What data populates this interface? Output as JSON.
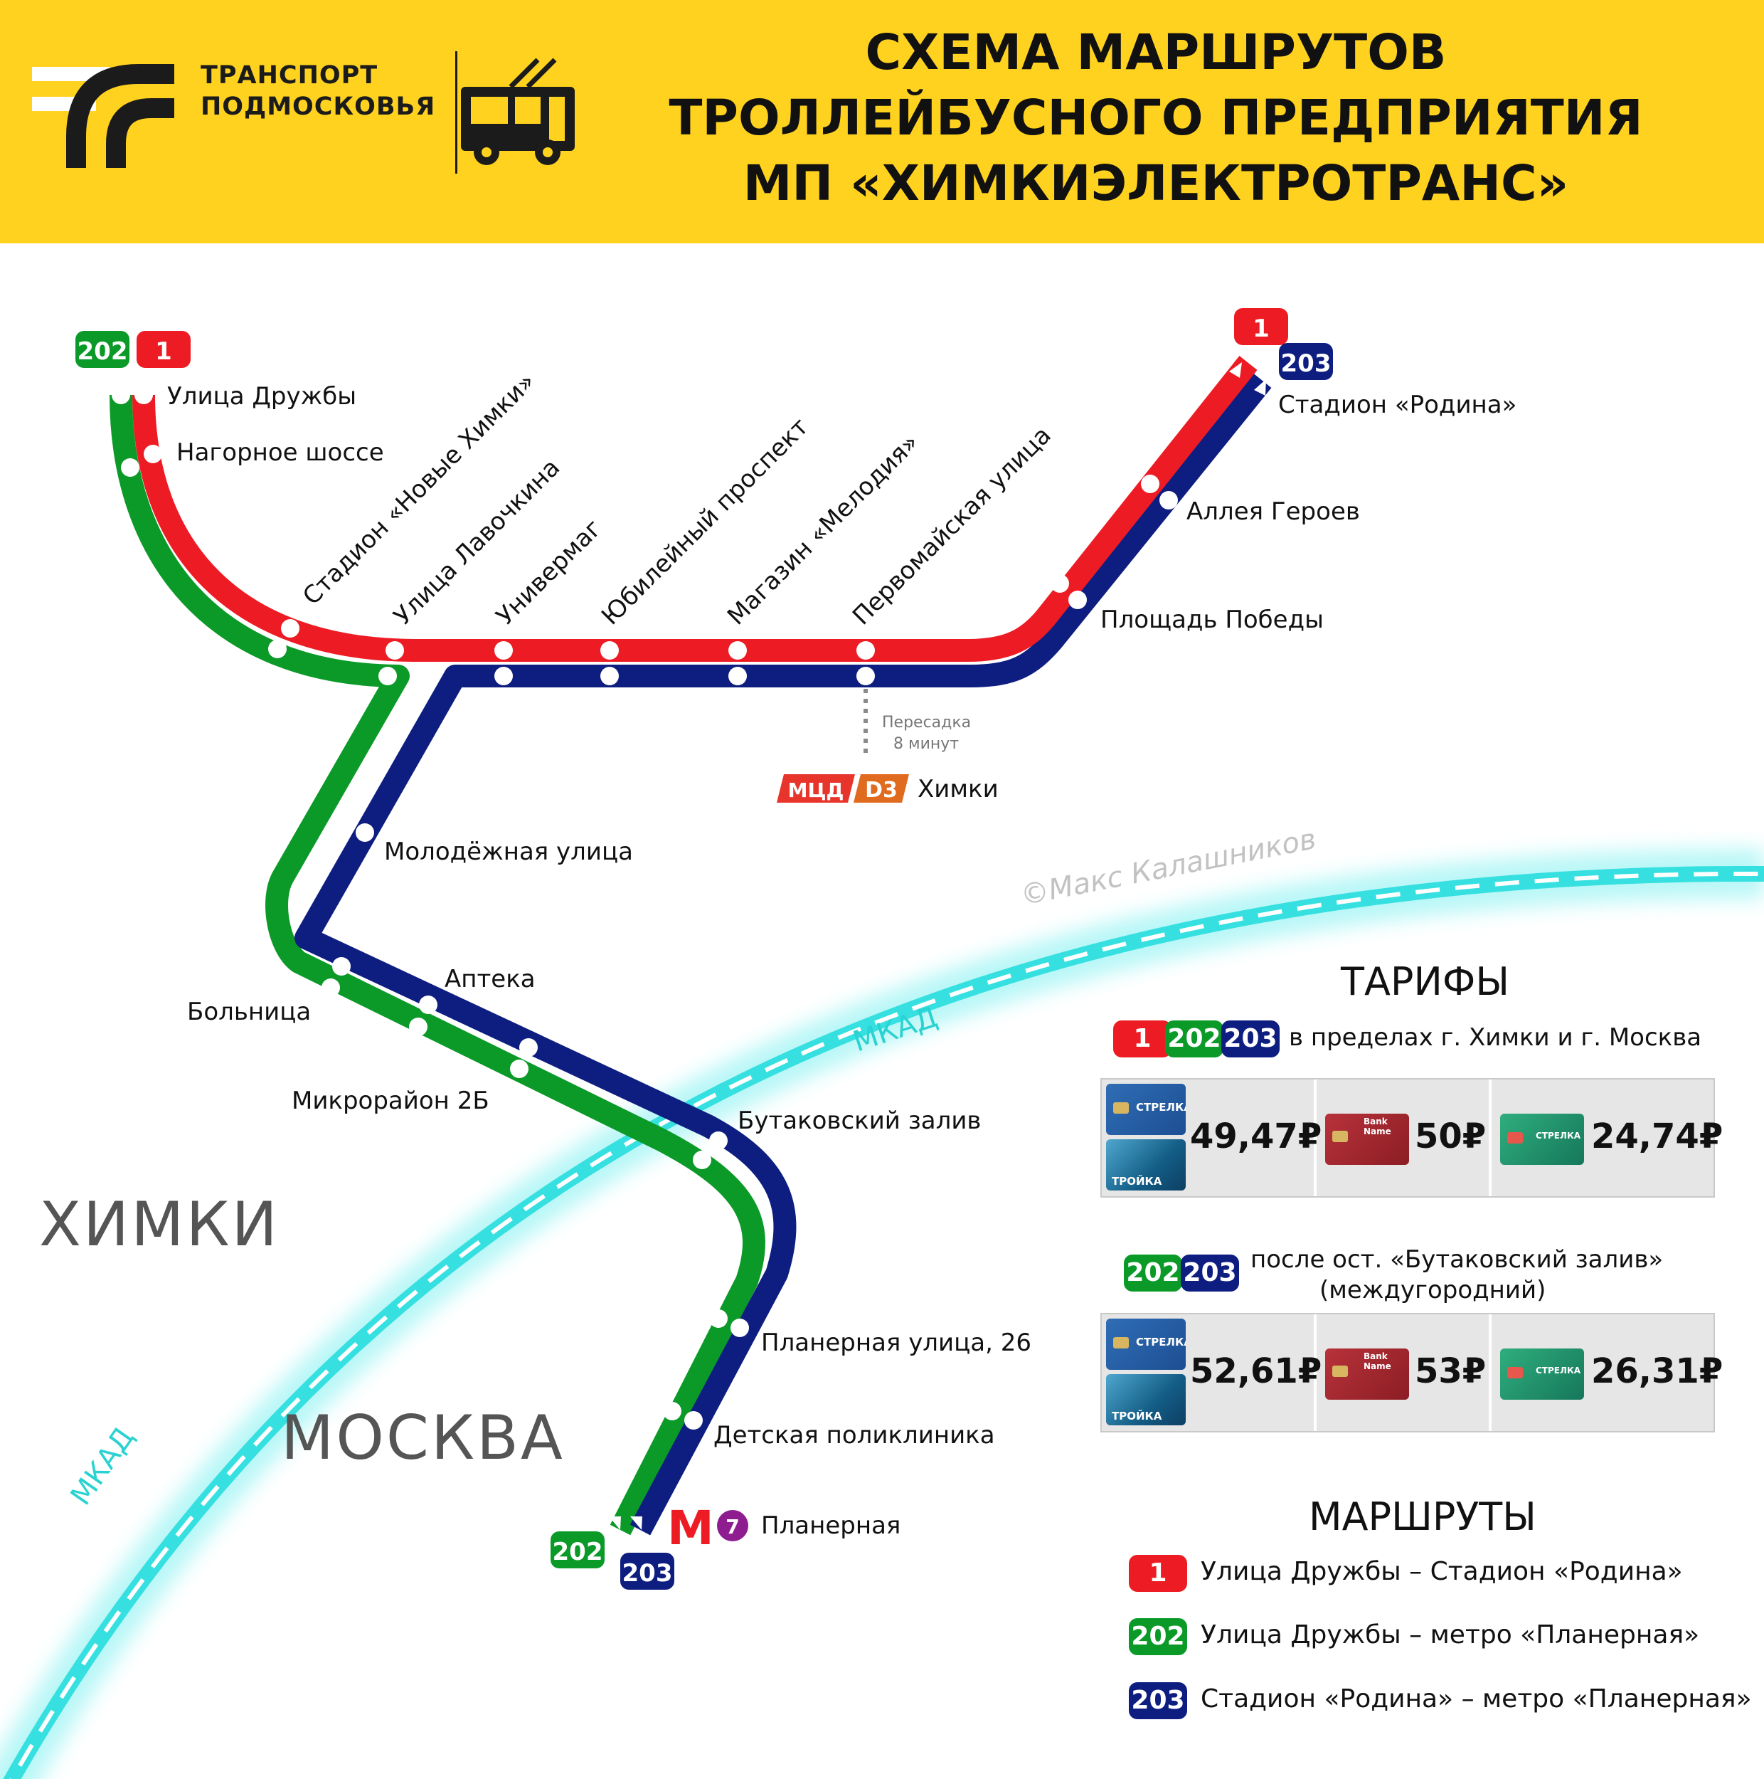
{
  "header": {
    "logo_line1": "ТРАНСПОРТ",
    "logo_line2": "ПОДМОСКОВЬЯ",
    "title_line1": "СХЕМА МАРШРУТОВ",
    "title_line2": "ТРОЛЛЕЙБУСНОГО ПРЕДПРИЯТИЯ",
    "title_line3": "МП «ХИМКИЭЛЕКТРОТРАНС»",
    "bg_color": "#FFD21F"
  },
  "colors": {
    "route_1": "#ED1C24",
    "route_202": "#0B9A28",
    "route_203": "#0E1E80",
    "mkad": "#36E0E0",
    "mcd": "#E8352B",
    "d3": "#E06A1E",
    "metro_line7": "#8E1E8F"
  },
  "routes": {
    "r1": "1",
    "r202": "202",
    "r203": "203"
  },
  "stops": {
    "ulitsa_druzhby": "Улица Дружбы",
    "nagornoe": "Нагорное шоссе",
    "stadion_novye_himki": "Стадион «Новые Химки»",
    "lavochkina": "Улица Лавочкина",
    "univermag": "Универмаг",
    "yubileyny": "Юбилейный проспект",
    "melodiya": "Магазин «Мелодия»",
    "pervomayskaya": "Первомайская улица",
    "ploshchad_pobedy": "Площадь Победы",
    "alleya_geroev": "Аллея Героев",
    "stadion_rodina": "Стадион «Родина»",
    "molodezhnaya": "Молодёжная улица",
    "apteka": "Аптека",
    "bolnitsa": "Больница",
    "mikrorayon": "Микрорайон 2Б",
    "butakovsky": "Бутаковский залив",
    "planernaya_26": "Планерная улица, 26",
    "detskaya": "Детская поликлиника",
    "planernaya": "Планерная"
  },
  "transfer": {
    "line1": "Пересадка",
    "line2": "8 минут",
    "mcd_label": "МЦД",
    "d3_label": "D3",
    "station": "Химки"
  },
  "metro": {
    "logo": "М",
    "line": "7"
  },
  "map_labels": {
    "himki": "ХИМКИ",
    "moskva": "МОСКВА",
    "mkad_right": "МКАД",
    "mkad_left": "МКАД",
    "copyright": "©Макс Калашников"
  },
  "tariffs": {
    "heading": "ТАРИФЫ",
    "within_text": "в пределах г. Химки и г. Москва",
    "after_line1": "после ост. «Бутаковский залив»",
    "after_line2": "(междугородний)",
    "card_strelka": "СТРЕЛКА",
    "card_troika": "ТРОЙКА",
    "card_bank": "Bank Name",
    "prices_local": [
      "49,47₽",
      "50₽",
      "24,74₽"
    ],
    "prices_intercity": [
      "52,61₽",
      "53₽",
      "26,31₽"
    ]
  },
  "routes_list": {
    "heading": "МАРШРУТЫ",
    "items": [
      {
        "num": "1",
        "desc": "Улица Дружбы – Стадион «Родина»"
      },
      {
        "num": "202",
        "desc": "Улица Дружбы – метро «Планерная»"
      },
      {
        "num": "203",
        "desc": "Стадион «Родина» – метро «Планерная»"
      }
    ]
  }
}
